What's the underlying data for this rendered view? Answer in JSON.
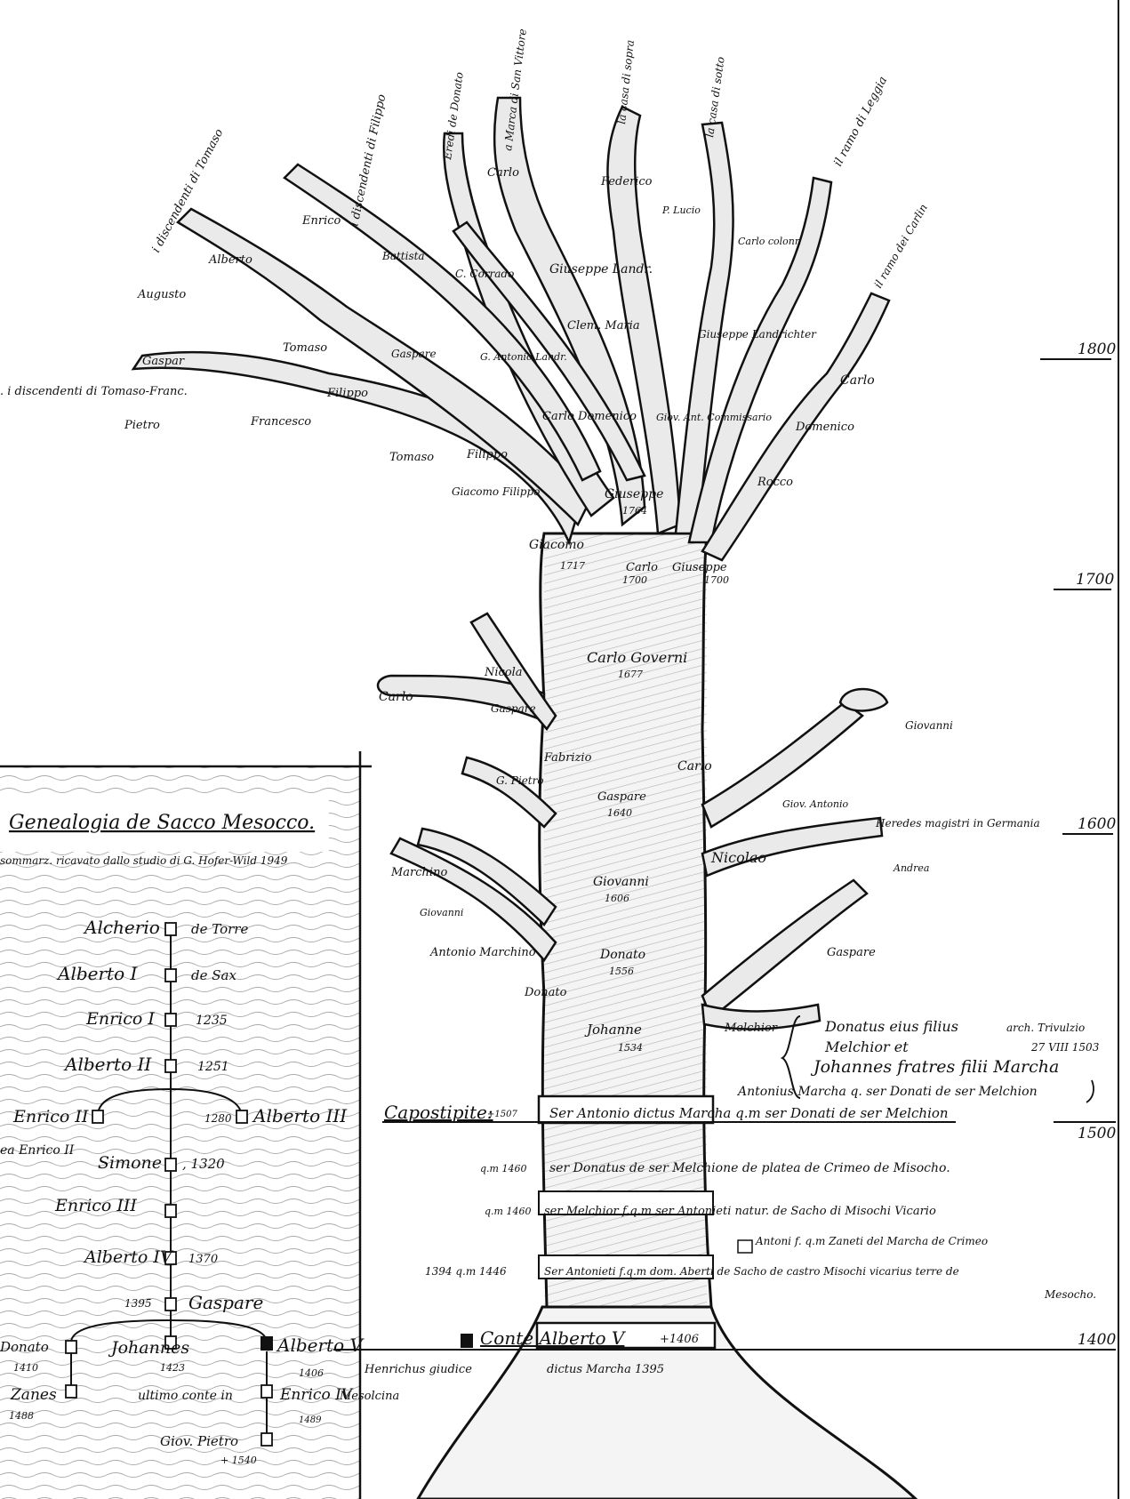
{
  "colors": {
    "ink": "#111111",
    "paper": "#ffffff"
  },
  "scale": [
    "1800",
    "1700",
    "1600",
    "1500",
    "1400"
  ],
  "tree": {
    "branch_labels": [
      {
        "id": "desc-tomaso",
        "text": "i discendenti di Tomaso"
      },
      {
        "id": "desc-filippo",
        "text": "i discendenti di Filippo"
      },
      {
        "id": "eredi-donato",
        "text": "Eredi de Donato"
      },
      {
        "id": "marca-vittore",
        "text": "a Marca di San Vittore"
      },
      {
        "id": "casa-sopra",
        "text": "la casa di sopra"
      },
      {
        "id": "casa-sotto",
        "text": "la casa di sotto"
      },
      {
        "id": "ramo-leggia",
        "text": "il ramo di Leggia"
      },
      {
        "id": "ramo-carlin",
        "text": "il ramo dei Carlin"
      },
      {
        "id": "desc-tomaso-franc",
        "text": ". i discendenti di Tomaso-Franc."
      },
      {
        "id": "heredes",
        "text": "Heredes magistri in Germania"
      }
    ],
    "names": [
      {
        "id": "enrico",
        "text": "Enrico"
      },
      {
        "id": "alberto",
        "text": "Alberto"
      },
      {
        "id": "augusto",
        "text": "Augusto"
      },
      {
        "id": "gaspar",
        "text": "Gaspar"
      },
      {
        "id": "pietro",
        "text": "Pietro"
      },
      {
        "id": "tomaso-upper",
        "text": "Tomaso"
      },
      {
        "id": "filippo-upper",
        "text": "Filippo"
      },
      {
        "id": "francesco",
        "text": "Francesco"
      },
      {
        "id": "tomaso-lower",
        "text": "Tomaso"
      },
      {
        "id": "filippo-lower",
        "text": "Filippo"
      },
      {
        "id": "giacomo-filippo",
        "text": "Giacomo Filippo"
      },
      {
        "id": "battista",
        "text": "Battista"
      },
      {
        "id": "gaspare-upper",
        "text": "Gaspare"
      },
      {
        "id": "c-corrado",
        "text": "C. Corrado"
      },
      {
        "id": "g-antonio-landr",
        "text": "G. Antonio Landr."
      },
      {
        "id": "carlo-top",
        "text": "Carlo"
      },
      {
        "id": "federico",
        "text": "Federico"
      },
      {
        "id": "giuseppe-landr",
        "text": "Giuseppe Landr."
      },
      {
        "id": "clem-maria",
        "text": "Clem. Maria"
      },
      {
        "id": "carlo-domenico",
        "text": "Carlo Domenico"
      },
      {
        "id": "giov-ant-commissario",
        "text": "Giov. Ant. Commissario"
      },
      {
        "id": "p-lucio",
        "text": "P. Lucio"
      },
      {
        "id": "carlo-colonn",
        "text": "Carlo colonn"
      },
      {
        "id": "giuseppe-landrichter",
        "text": "Giuseppe Landrichter"
      },
      {
        "id": "carlo-right",
        "text": "Carlo"
      },
      {
        "id": "domenico",
        "text": "Domenico"
      },
      {
        "id": "rocco",
        "text": "Rocco"
      },
      {
        "id": "giuseppe-1764",
        "text": "Giuseppe"
      },
      {
        "id": "year-1764",
        "text": "1764"
      },
      {
        "id": "giacomo",
        "text": "Giacomo"
      },
      {
        "id": "year-1717",
        "text": "1717"
      },
      {
        "id": "carlo-1700",
        "text": "Carlo"
      },
      {
        "id": "year-1700",
        "text": "1700"
      },
      {
        "id": "giuseppe-1700",
        "text": "Giuseppe"
      },
      {
        "id": "year-1700b",
        "text": "1700"
      },
      {
        "id": "carlo-governi",
        "text": "Carlo Governi"
      },
      {
        "id": "year-1677",
        "text": "1677"
      },
      {
        "id": "nicola",
        "text": "Nicola"
      },
      {
        "id": "carlo-left",
        "text": "Carlo"
      },
      {
        "id": "gaspare-mid",
        "text": "Gaspare"
      },
      {
        "id": "fabrizio",
        "text": "Fabrizio"
      },
      {
        "id": "carlo-mid",
        "text": "Carlo"
      },
      {
        "id": "g-pietro",
        "text": "G. Pietro"
      },
      {
        "id": "gaspare-1640",
        "text": "Gaspare"
      },
      {
        "id": "year-1640",
        "text": "1640"
      },
      {
        "id": "giovanni-right",
        "text": "Giovanni"
      },
      {
        "id": "giov-antonio",
        "text": "Giov. Antonio"
      },
      {
        "id": "nicolao",
        "text": "Nicolao"
      },
      {
        "id": "andrea",
        "text": "Andrea"
      },
      {
        "id": "marchino-left",
        "text": "Marchino"
      },
      {
        "id": "giovanni-left",
        "text": "Giovanni"
      },
      {
        "id": "giovanni-1606",
        "text": "Giovanni"
      },
      {
        "id": "year-1606",
        "text": "1606"
      },
      {
        "id": "antonio-marchino",
        "text": "Antonio Marchino"
      },
      {
        "id": "donato-1556",
        "text": "Donato"
      },
      {
        "id": "year-1556",
        "text": "1556"
      },
      {
        "id": "gaspare-right",
        "text": "Gaspare"
      },
      {
        "id": "donato-left",
        "text": "Donato"
      },
      {
        "id": "johanne",
        "text": "Johanne"
      },
      {
        "id": "year-1534",
        "text": "1534"
      },
      {
        "id": "melchior",
        "text": "Melchior"
      }
    ]
  },
  "document_note": {
    "line1": "Donatus eius filius",
    "line2": "Melchior et",
    "line3": "Johannes fratres filii Marcha",
    "arch1": "arch. Trivulzio",
    "arch2": "27 VIII 1503"
  },
  "capostipite": {
    "label": "Capostipite:",
    "year": "+1507",
    "line_top": "Antonius Marcha q. ser Donati de ser Melchion",
    "name": "Ser Antonio dictus Marcha q.m ser Donati de ser Melchion"
  },
  "ancestors": [
    {
      "id": "donatus",
      "note": "q.m 1460",
      "text": "ser Donatus de ser Melchione de platea de Crimeo de Misocho."
    },
    {
      "id": "melchior",
      "note": "q.m 1460",
      "text": "ser Melchior f.q.m ser Antonieti natur. de Sacho di Misochi Vicario"
    },
    {
      "id": "antoni",
      "note": "",
      "text": "Antoni f. q.m Zaneti del Marcha de Crimeo"
    },
    {
      "id": "antonieti",
      "note": "1394   q.m 1446",
      "text": "Ser Antonieti f.q.m dom. Aberti de Sacho de castro Misochi vicarius terre de"
    },
    {
      "id": "mesocho",
      "note": "",
      "text": "Mesocho."
    }
  ],
  "conte": {
    "label": "Conte Alberto V",
    "year": "+1406"
  },
  "henrichus": {
    "text": "Henrichus giudice",
    "suffix": "dictus Marcha 1395"
  },
  "mesolcina": "Mesolcina",
  "inset": {
    "title": "Genealogia de Sacco Mesocco.",
    "subtitle": "sommarz. ricavato dallo studio di G. Hofer-Wild 1949",
    "rows": [
      {
        "id": "alcherio",
        "name": "Alcherio",
        "note": "de Torre"
      },
      {
        "id": "alberto-i",
        "name": "Alberto I",
        "note": "de Sax"
      },
      {
        "id": "enrico-i",
        "name": "Enrico I",
        "note": "1235"
      },
      {
        "id": "alberto-ii",
        "name": "Alberto II",
        "note": "1251"
      },
      {
        "id": "enrico-ii",
        "name": "Enrico II",
        "note": ""
      },
      {
        "id": "year-1280",
        "name": "1280",
        "note": ""
      },
      {
        "id": "alberto-iii",
        "name": "Alberto III",
        "note": ""
      },
      {
        "id": "ea-enrico",
        "name": "ea Enrico II",
        "note": ""
      },
      {
        "id": "simone",
        "name": "Simone",
        "note": ", 1320"
      },
      {
        "id": "enrico-iii",
        "name": "Enrico III",
        "note": ""
      },
      {
        "id": "alberto-iv",
        "name": "Alberto IV",
        "note": "1370"
      },
      {
        "id": "gaspare",
        "name": "Gaspare",
        "note": "1395"
      },
      {
        "id": "donato",
        "name": "Donato",
        "note": "1410"
      },
      {
        "id": "johannes",
        "name": "Johannes",
        "note": "1423"
      },
      {
        "id": "alberto-v",
        "name": "Alberto V",
        "note": "1406"
      },
      {
        "id": "zanes",
        "name": "Zanes",
        "note": "1488"
      },
      {
        "id": "ultimo",
        "name": "ultimo conte in",
        "note": ""
      },
      {
        "id": "enrico-iv",
        "name": "Enrico IV",
        "note": "1489"
      },
      {
        "id": "giov-pietro",
        "name": "Giov. Pietro",
        "note": "+ 1540"
      }
    ]
  }
}
